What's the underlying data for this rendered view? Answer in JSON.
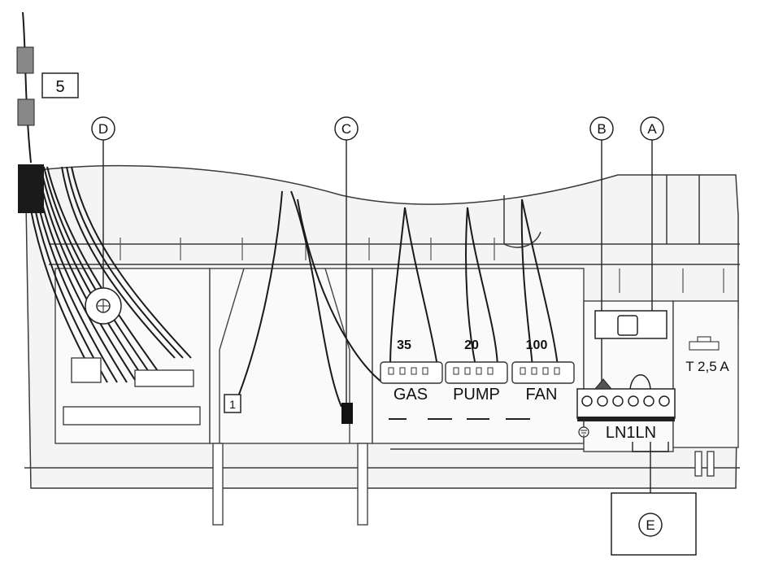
{
  "callouts": {
    "a": "A",
    "b": "B",
    "c": "C",
    "d": "D",
    "e": "E",
    "five": "5",
    "one": "1"
  },
  "connectors": {
    "gas": {
      "value": "35",
      "label": "GAS"
    },
    "pump": {
      "value": "20",
      "label": "PUMP"
    },
    "fan": {
      "value": "100",
      "label": "FAN"
    }
  },
  "fuse": {
    "label": "T 2,5 A"
  },
  "terminal": {
    "label": "LN1LN"
  },
  "colors": {
    "line": "#2a2a2a",
    "board": "#ffffff",
    "panel": "#f6f6f6",
    "wire": "#1a1a1a"
  }
}
